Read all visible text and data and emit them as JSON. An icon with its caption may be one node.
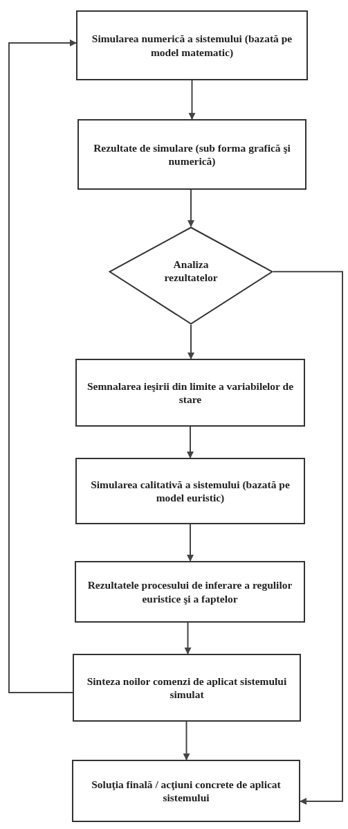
{
  "diagram": {
    "nodes": [
      {
        "text": [
          "Simularea numerică a sistemului (bazată pe model matematic)"
        ]
      },
      {
        "text": [
          "Rezultate de simulare (sub forma grafică şi numerică)"
        ]
      },
      {
        "text": [
          "Analiza rezultatelor"
        ]
      },
      {
        "text": [
          "Semnalarea ieşirii din limite a variabilelor de stare"
        ]
      },
      {
        "text": [
          "Simularea calitativă a sistemului (bazată pe model euristic)"
        ]
      },
      {
        "text": [
          "Rezultatele procesului de inferare a regulilor euristice şi a faptelor"
        ]
      },
      {
        "text": [
          "Sinteza noilor comenzi de aplicat sistemului simulat"
        ]
      },
      {
        "text": [
          "Soluţia finală / acţiuni concrete de aplicat sistemului"
        ]
      }
    ],
    "edges": [
      {
        "from": 0,
        "to": 1,
        "arrow": "to"
      },
      {
        "from": 1,
        "to": 2,
        "arrow": "to"
      },
      {
        "from": 2,
        "to": 3,
        "arrow": "to"
      },
      {
        "from": 3,
        "to": 4,
        "arrow": "to"
      },
      {
        "from": 4,
        "to": 5,
        "arrow": "to"
      },
      {
        "from": 5,
        "to": 6,
        "arrow": "to"
      },
      {
        "from": 6,
        "to": 7,
        "arrow": "to"
      },
      {
        "from": 6,
        "to": 0,
        "arrow": "to"
      },
      {
        "from": 2,
        "to": 7,
        "arrow": "to"
      }
    ]
  }
}
